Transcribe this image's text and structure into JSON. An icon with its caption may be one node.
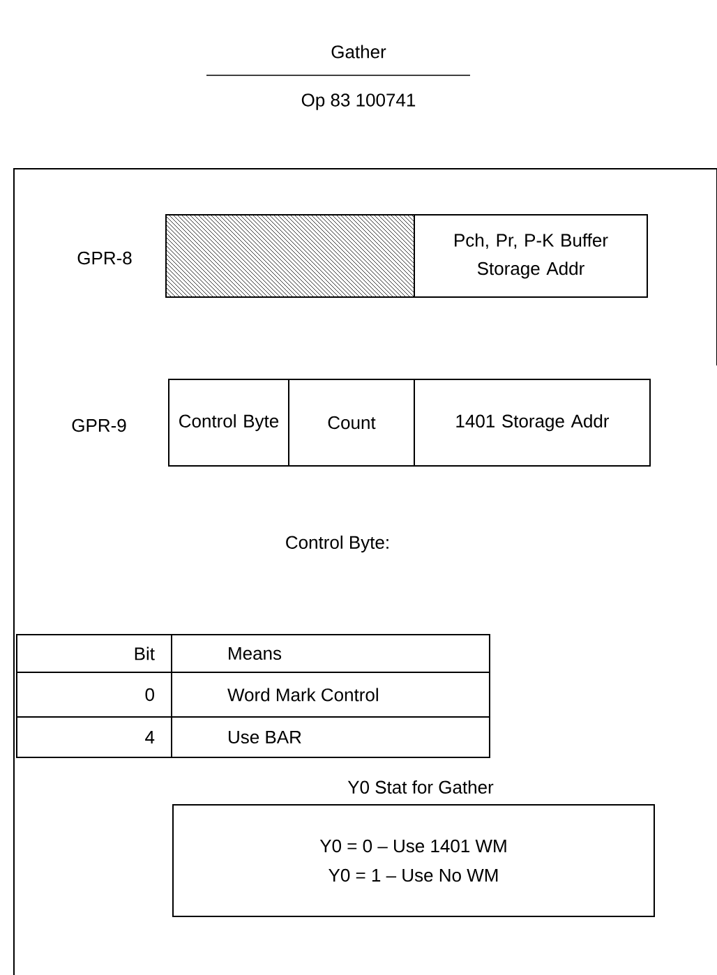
{
  "diagram": {
    "title": "Gather",
    "nodes": [
      {
        "text": [],
        "shape": "box"
      },
      {
        "text": [
          "Pch, Pr, P-K Buffer Storage Addr"
        ]
      },
      {
        "text": [
          "Control Byte"
        ]
      },
      {
        "text": [
          "Count"
        ]
      },
      {
        "text": [
          "1401 Storage Addr"
        ]
      },
      {
        "text": [
          "Y0 Stat for Gather",
          "Y0 = 0 – Use 1401 WM",
          "Y0 = 1 – Use No WM"
        ]
      }
    ],
    "labels": [
      "Op 83 100741",
      "GPR-8",
      "GPR-9",
      "Control Byte:",
      "Bit",
      "Means",
      "0",
      "Word Mark Control",
      "4",
      "Use BAR"
    ]
  }
}
